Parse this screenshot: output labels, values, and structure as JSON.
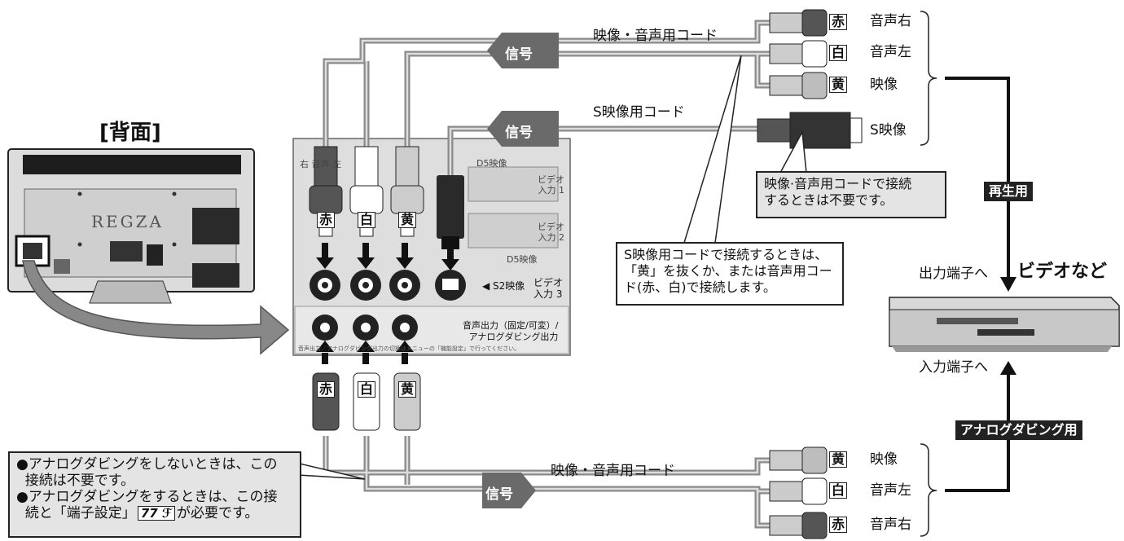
{
  "back_label": "[背面]",
  "brand": "REGZA",
  "signal": "信号",
  "av_cord_label": "映像・音声用コード",
  "s_cord_label": "S映像用コード",
  "plugs_top": [
    {
      "color_char": "赤",
      "label": "音声右",
      "fill": "#555555"
    },
    {
      "color_char": "白",
      "label": "音声左",
      "fill": "#ffffff"
    },
    {
      "color_char": "黄",
      "label": "映像",
      "fill": "#bdbdbd"
    }
  ],
  "s_video_label": "S映像",
  "plugs_bottom": [
    {
      "color_char": "黄",
      "label": "映像",
      "fill": "#bdbdbd"
    },
    {
      "color_char": "白",
      "label": "音声左",
      "fill": "#ffffff"
    },
    {
      "color_char": "赤",
      "label": "音声右",
      "fill": "#555555"
    }
  ],
  "panel": {
    "plug_chars": [
      "赤",
      "白",
      "黄"
    ],
    "top_label": "右 音声 左",
    "d5_label": "D5映像",
    "video1": "ビデオ\n入力 1",
    "video2": "ビデオ\n入力 2",
    "d5_label2": "D5映像",
    "s2_label": "◀ S2映像",
    "video3": "ビデオ\n入力 3",
    "audio_out": "音声出力（固定/可変）/\nアナログダビング出力",
    "footer": "音声出力／アナログダビング出力の切換はメニューの「機能設定」で行ってください。"
  },
  "bottom_plug_chars": [
    "赤",
    "白",
    "黄"
  ],
  "note_top_right": "映像·音声用コードで接続\nするときは不要です。",
  "note_center": "S映像用コードで接続するときは、\n「黄」を抜くか、または音声用コー\nド(赤、白)で接続します。",
  "note_left_1": "●アナログダビングをしないときは、この\n  接続は不要です。",
  "note_left_2a": "●アナログダビングをするときは、この接\n  続と「端子設定」",
  "page_ref": "77 ℱ",
  "note_left_2b": "が必要です。",
  "play_label": "再生用",
  "dub_label": "アナログダビング用",
  "output_label": "出力端子へ",
  "device_label": "ビデオなど",
  "input_label": "入力端子へ"
}
